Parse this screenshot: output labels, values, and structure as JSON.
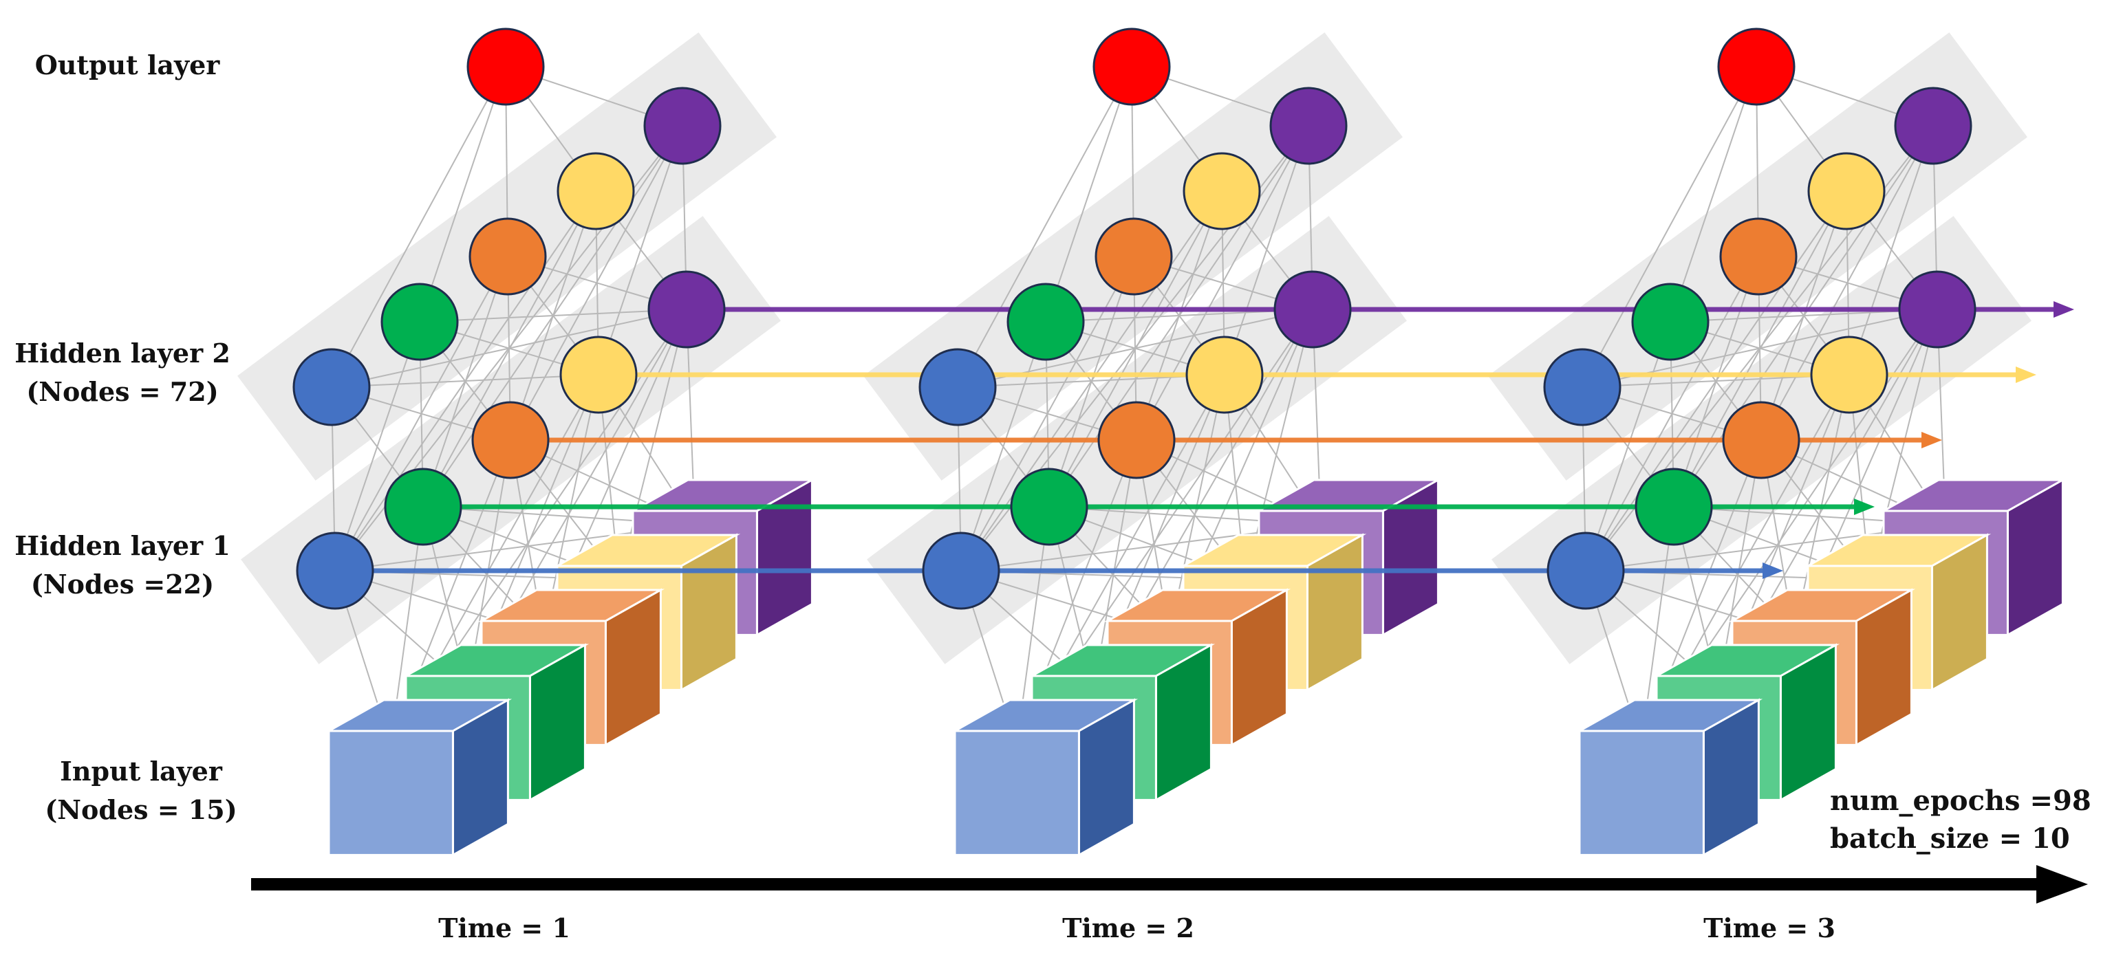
{
  "layers": {
    "output": [
      "Output layer"
    ],
    "hidden2": [
      "Hidden layer 2",
      "(Nodes = 72)"
    ],
    "hidden1": [
      "Hidden layer 1",
      "(Nodes =22)"
    ],
    "input": [
      "Input layer",
      "(Nodes = 15)"
    ]
  },
  "timesteps": [
    "Time = 1",
    "Time = 2",
    "Time = 3"
  ],
  "params": [
    "num_epochs =98",
    "batch_size = 10"
  ],
  "colors": {
    "blue": "#4472C4",
    "green": "#00B050",
    "orange": "#ED7D31",
    "yellow": "#FFD966",
    "purple": "#7030A0",
    "red": "#FF0000",
    "timeline": "#000000"
  }
}
